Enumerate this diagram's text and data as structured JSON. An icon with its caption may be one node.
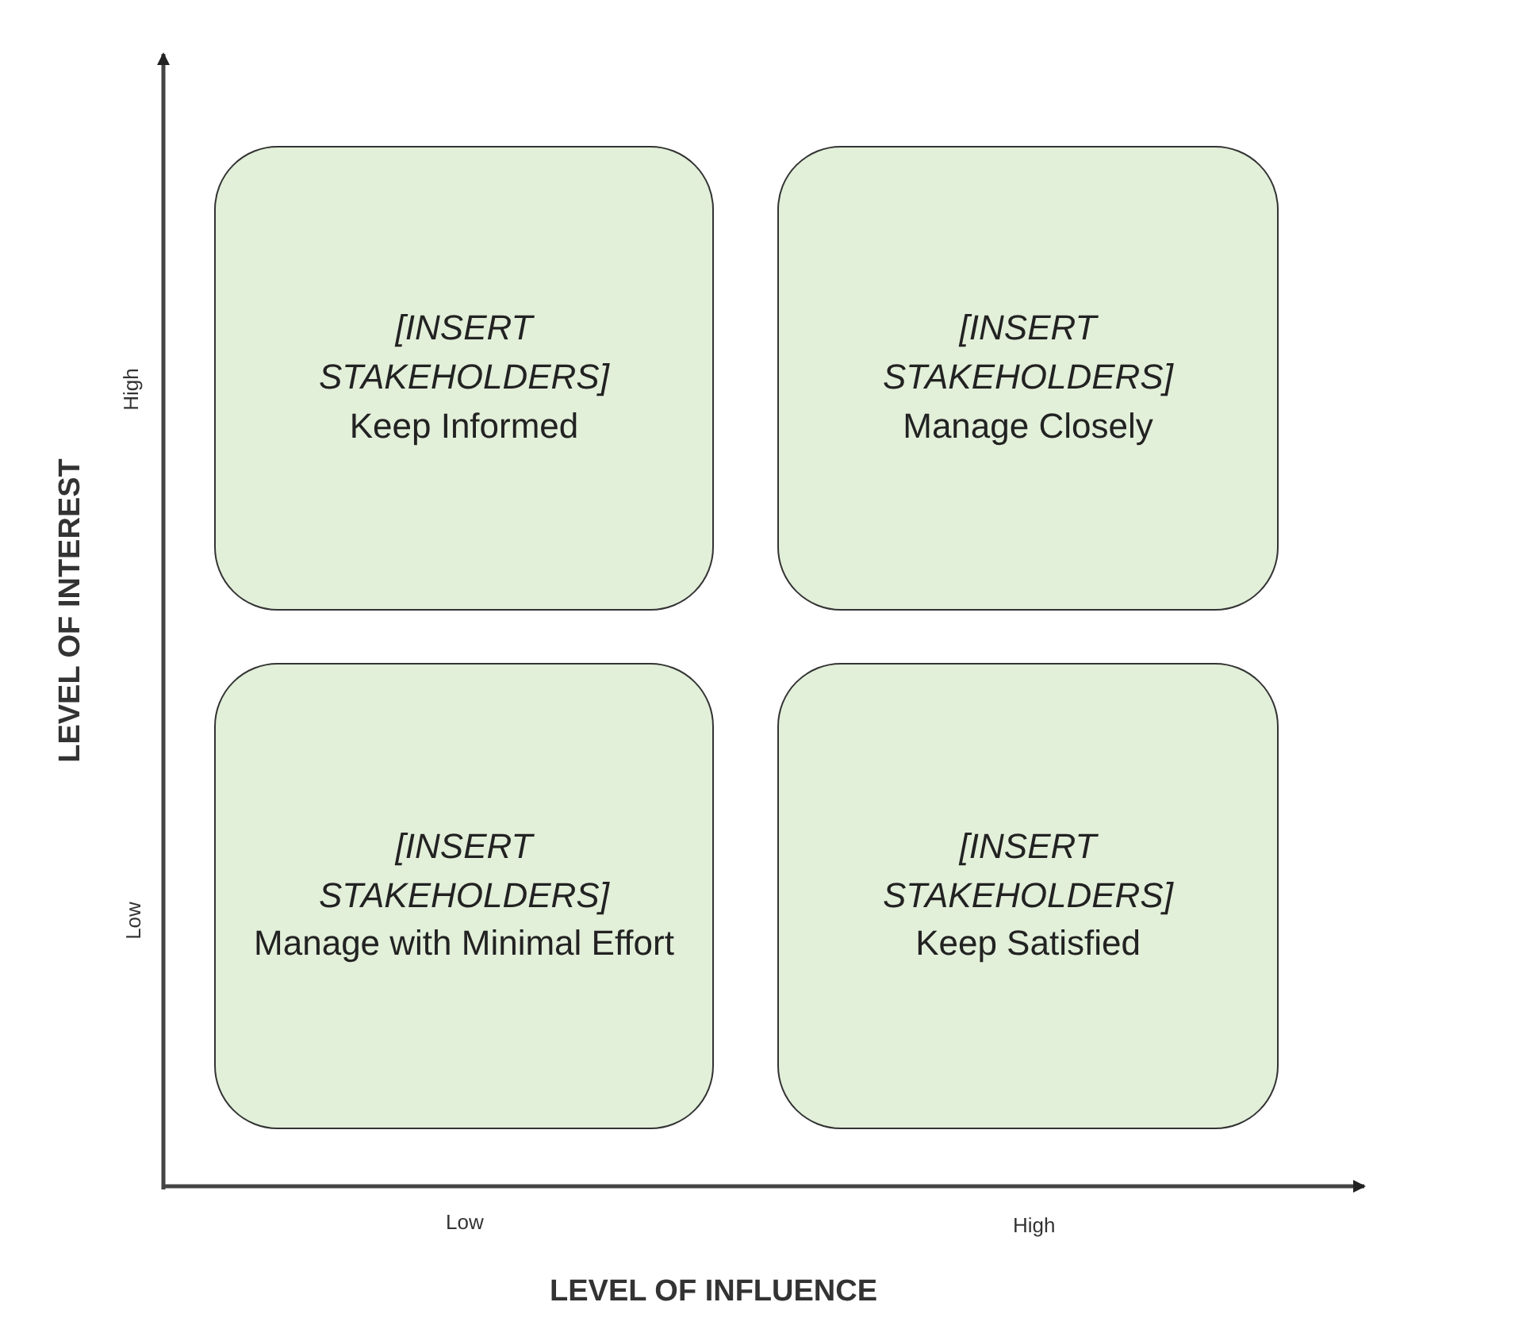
{
  "diagram": {
    "nodes": [
      {
        "text": [
          "[INSERT STAKEHOLDERS]",
          "Keep Informed"
        ]
      },
      {
        "text": [
          "[INSERT STAKEHOLDERS]",
          "Manage Closely"
        ]
      },
      {
        "text": [
          "[INSERT STAKEHOLDERS]",
          "Manage with Minimal Effort"
        ]
      },
      {
        "text": [
          "[INSERT STAKEHOLDERS]",
          "Keep Satisfied"
        ]
      }
    ],
    "edges": [],
    "labels": [
      "High",
      "LEVEL OF INTEREST",
      "Low",
      "Low",
      "High",
      "LEVEL OF INFLUENCE"
    ]
  }
}
